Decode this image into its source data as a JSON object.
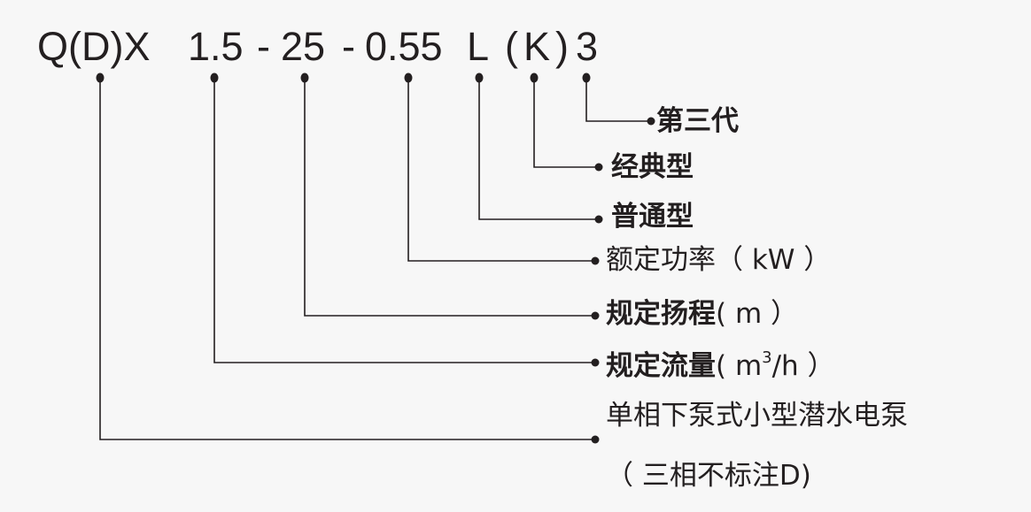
{
  "model_code": {
    "segments": [
      "Q(D)X",
      "1.5",
      "-",
      "25",
      "-",
      "0.55",
      "L",
      "(K)",
      "3"
    ]
  },
  "labels": {
    "generation": "第三代",
    "classic": "经典型",
    "ordinary": "普通型",
    "power": "额定功率（ kW ）",
    "head_text": "规定扬程",
    "head_unit": "( m ）",
    "flow_text": "规定流量",
    "flow_unit_pre": "( m",
    "flow_unit_sup": "3",
    "flow_unit_post": "/h ）",
    "type_line1": "单相下泵式小型潜水电泵",
    "type_line2": "（ 三相不标注D)"
  },
  "colors": {
    "ink": "#231f20",
    "background": "#f7f7f7"
  }
}
